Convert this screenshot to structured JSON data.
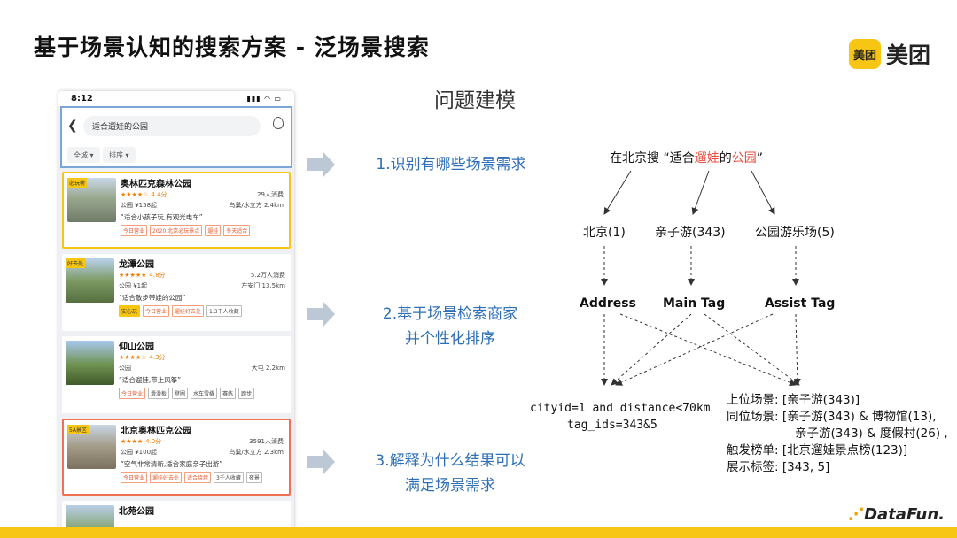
{
  "slide": {
    "title": "基于场景认知的搜索方案 - 泛场景搜索",
    "logo_badge": "美团",
    "logo_text": "美团",
    "heading": "问题建模",
    "brand_footer": "DataFun."
  },
  "phone": {
    "time": "8:12",
    "search_query": "适合遛娃的公园",
    "filters": [
      "全城 ▾",
      "排序 ▾"
    ],
    "cards": [
      {
        "rank": "必玩榜",
        "name": "奥林匹克森林公园",
        "stars": "★★★★☆",
        "score": "4.4分",
        "consume": "29人消费",
        "price": "公园 ¥158起",
        "area": "鸟巢/水立方 2.4km",
        "desc": "“适合小孩子玩,有观光电车”",
        "tags": [
          "今日营业",
          "2020 北京必玩景点",
          "遛娃",
          "冬天适合"
        ]
      },
      {
        "rank": "好去处",
        "name": "龙潭公园",
        "stars": "★★★★★",
        "score": "4.8分",
        "consume": "5.2万人消费",
        "price": "公园 ¥1起",
        "area": "左安门 13.5km",
        "desc": "“适合散步带娃的公园”",
        "tags": [
          "安心玩",
          "今日营业",
          "遛娃好去处",
          "1.3千人收藏"
        ]
      },
      {
        "rank": "",
        "name": "仰山公园",
        "stars": "★★★★☆",
        "score": "4.3分",
        "consume": "",
        "price": "公园",
        "area": "大屯 2.2km",
        "desc": "“适合遛娃,带上风筝”",
        "tags": [
          "今日营业",
          "滑滑板",
          "登圃",
          "水车雪橇",
          "赛练",
          "跑步"
        ]
      },
      {
        "rank": "5A景区",
        "name": "北京奥林匹克公园",
        "stars": "★★★★",
        "score": "4.0分",
        "consume": "3591人消费",
        "price": "公园 ¥100起",
        "area": "鸟巢/水立方 2.3km",
        "desc": "“空气非常清新,适合家庭亲子出游”",
        "tags": [
          "今日营业",
          "遛娃好去处",
          "适合烧烤",
          "3千人收藏",
          "夜景"
        ]
      },
      {
        "rank": "",
        "name": "北苑公园",
        "stars": "",
        "score": "",
        "consume": "",
        "price": "",
        "area": "",
        "desc": "",
        "tags": []
      }
    ]
  },
  "steps": [
    {
      "text": "1.识别有哪些场景需求"
    },
    {
      "line1": "2.基于场景检索商家",
      "line2": "并个性化排序"
    },
    {
      "line1": "3.解释为什么结果可以",
      "line2": "满足场景需求"
    }
  ],
  "diagram": {
    "query_prefix": "在北京搜 “适合",
    "query_hl1": "遛娃",
    "query_mid": "的",
    "query_hl2": "公园",
    "query_suffix": "”",
    "entities": [
      "北京(1)",
      "亲子游(343)",
      "公园游乐场(5)"
    ],
    "types": [
      "Address",
      "Main Tag",
      "Assist Tag"
    ],
    "retrieval_line1": "cityid=1 and distance<70km",
    "retrieval_line2": "tag_ids=343&5",
    "explain_lines": [
      "上位场景: [亲子游(343)]",
      "同位场景: [亲子游(343) & 博物馆(13),",
      "亲子游(343) & 度假村(26) ,",
      "触发榜单: [北京遛娃景点榜(123)]",
      "展示标签: [343, 5]"
    ]
  },
  "colors": {
    "accent_blue": "#2e6fb5",
    "highlight_red": "#e84d3d",
    "brand_yellow": "#f7c614"
  }
}
